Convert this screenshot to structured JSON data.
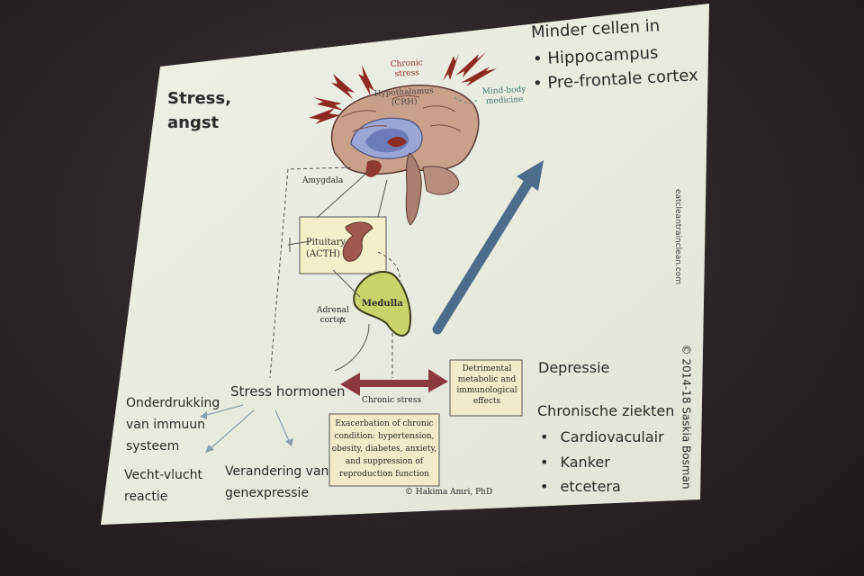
{
  "slide": {
    "title_line1": "Stress,",
    "title_line2": "angst",
    "top_right_heading": "Minder cellen in",
    "top_right_items": [
      "Hippocampus",
      "Pre-frontale cortex"
    ],
    "right_depressie": "Depressie",
    "right_chronic_heading": "Chronische ziekten",
    "right_chronic_items": [
      "Cardiovaculair",
      "Kanker",
      "etcetera"
    ],
    "stress_hormonen": "Stress hormonen",
    "left_items": {
      "onderdrukking_1": "Onderdrukking",
      "onderdrukking_2": "van immuun",
      "onderdrukking_3": "systeem",
      "vecht_1": "Vecht-vlucht",
      "vecht_2": "reactie",
      "verandering_1": "Verandering van",
      "verandering_2": "genexpressie"
    },
    "vertical_copyright": "© 2014-18 Saskia Bosman",
    "vertical_url": "eatcleantrainclean.com"
  },
  "figure": {
    "chronic_stress_top_1": "Chronic",
    "chronic_stress_top_2": "stress",
    "hypothalamus_1": "Hypothalamus",
    "hypothalamus_2": "(CRH)",
    "mind_body_1": "Mind-body",
    "mind_body_2": "medicine",
    "amygdala": "Amygdala",
    "pituitary_1": "Pituitary",
    "pituitary_2": "(ACTH)",
    "medulla": "Medulla",
    "adrenal_1": "Adrenal",
    "adrenal_2": "cortex",
    "chronic_stress_mid": "Chronic stress",
    "detrimental": [
      "Detrimental",
      "metabolic and",
      "immunological",
      "effects"
    ],
    "exacerbation": [
      "Exacerbation of chronic",
      "condition: hypertension,",
      "obesity, diabetes, anxiety,",
      "and suppression of",
      "reproduction function"
    ],
    "credit": "© Hakima Amri, PhD"
  },
  "colors": {
    "screen": "#e9ecdf",
    "arrow_blue": "#4d6c8c",
    "burst_red": "#8e2a24",
    "double_arrow": "#8b3b3f",
    "brain_tan": "#c9a08a",
    "pituitary_box": "#f3efc9",
    "medulla_green": "#c8d46a"
  }
}
